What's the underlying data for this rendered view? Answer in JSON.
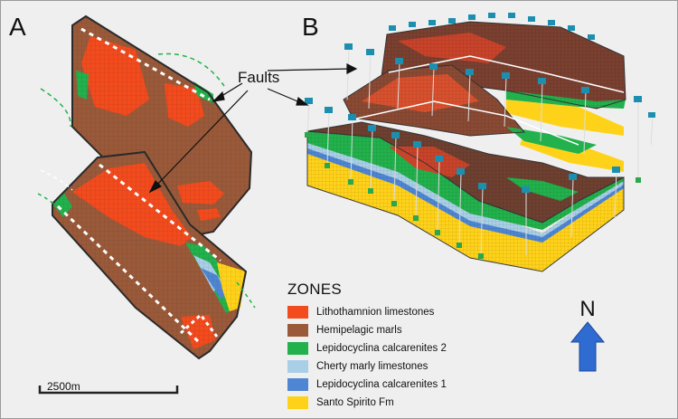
{
  "panels": {
    "a_label": "A",
    "b_label": "B"
  },
  "annotation": {
    "faults_label": "Faults"
  },
  "legend": {
    "title": "ZONES",
    "items": [
      {
        "label": "Lithothamnion limestones",
        "color": "#f24b1e"
      },
      {
        "label": "Hemipelagic marls",
        "color": "#9a5a3a"
      },
      {
        "label": "Lepidocyclina calcarenites 2",
        "color": "#22b14c"
      },
      {
        "label": "Cherty marly limestones",
        "color": "#a9cfe6"
      },
      {
        "label": "Lepidocyclina calcarenites 1",
        "color": "#4f86d4"
      },
      {
        "label": "Santo Spirito Fm",
        "color": "#ffd21a"
      }
    ]
  },
  "north": {
    "label": "N",
    "arrow_color": "#2f6bd0"
  },
  "scale_bar": {
    "label": "2500m"
  },
  "colors": {
    "well_marker": "#1c8fb0",
    "well_base": "#2aa84a",
    "fault_trace": "#ffffff"
  }
}
